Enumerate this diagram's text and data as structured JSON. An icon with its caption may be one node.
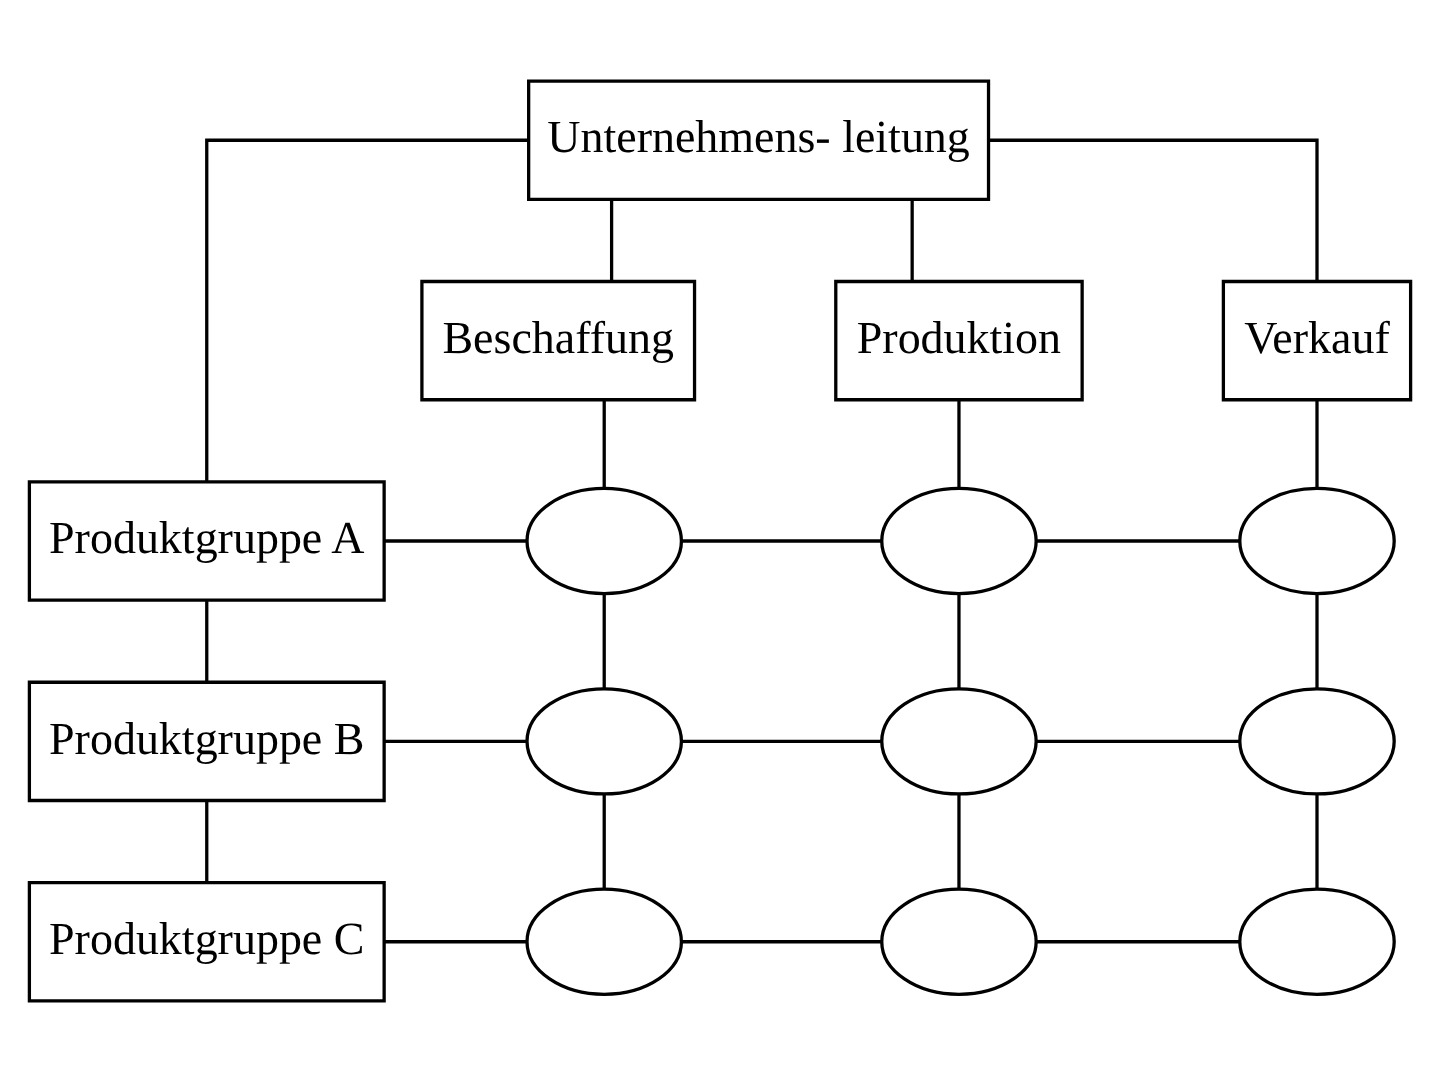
{
  "diagram": {
    "nodes": [
      {
        "text": [
          "Unternehmens- leitung"
        ]
      },
      {
        "text": [
          "Beschaffung"
        ]
      },
      {
        "text": [
          "Produktion"
        ]
      },
      {
        "text": [
          "Verkauf"
        ]
      },
      {
        "text": [
          "Produktgruppe A"
        ]
      },
      {
        "text": [
          "Produktgruppe B"
        ]
      },
      {
        "text": [
          "Produktgruppe C"
        ]
      },
      {
        "text": [],
        "shape": "ellipse"
      },
      {
        "text": [],
        "shape": "ellipse"
      },
      {
        "text": [],
        "shape": "ellipse"
      },
      {
        "text": [],
        "shape": "ellipse"
      },
      {
        "text": [],
        "shape": "ellipse"
      },
      {
        "text": [],
        "shape": "ellipse"
      },
      {
        "text": [],
        "shape": "ellipse"
      },
      {
        "text": [],
        "shape": "ellipse"
      },
      {
        "text": [],
        "shape": "ellipse"
      }
    ],
    "edges": [
      {
        "from": 0,
        "to": 1,
        "arrow": "none"
      },
      {
        "from": 0,
        "to": 2,
        "arrow": "none"
      },
      {
        "from": 0,
        "to": 3,
        "arrow": "none"
      },
      {
        "from": 0,
        "to": 4,
        "arrow": "none"
      },
      {
        "from": 4,
        "to": 5,
        "arrow": "none"
      },
      {
        "from": 5,
        "to": 6,
        "arrow": "none"
      },
      {
        "from": 1,
        "to": 7,
        "arrow": "none"
      },
      {
        "from": 7,
        "to": 10,
        "arrow": "none"
      },
      {
        "from": 10,
        "to": 13,
        "arrow": "none"
      },
      {
        "from": 2,
        "to": 8,
        "arrow": "none"
      },
      {
        "from": 8,
        "to": 11,
        "arrow": "none"
      },
      {
        "from": 11,
        "to": 14,
        "arrow": "none"
      },
      {
        "from": 3,
        "to": 9,
        "arrow": "none"
      },
      {
        "from": 9,
        "to": 12,
        "arrow": "none"
      },
      {
        "from": 12,
        "to": 15,
        "arrow": "none"
      },
      {
        "from": 4,
        "to": 7,
        "arrow": "none"
      },
      {
        "from": 7,
        "to": 8,
        "arrow": "none"
      },
      {
        "from": 8,
        "to": 9,
        "arrow": "none"
      },
      {
        "from": 5,
        "to": 10,
        "arrow": "none"
      },
      {
        "from": 10,
        "to": 11,
        "arrow": "none"
      },
      {
        "from": 11,
        "to": 12,
        "arrow": "none"
      },
      {
        "from": 6,
        "to": 13,
        "arrow": "none"
      },
      {
        "from": 13,
        "to": 14,
        "arrow": "none"
      },
      {
        "from": 14,
        "to": 15,
        "arrow": "none"
      }
    ]
  }
}
